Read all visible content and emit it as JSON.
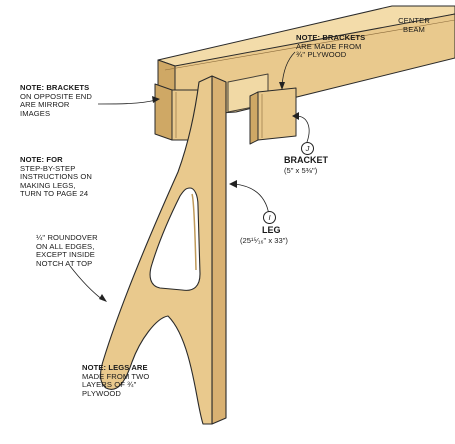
{
  "colors": {
    "wood_face": "#e9c98d",
    "wood_light": "#f3dcaa",
    "wood_dark": "#cfa865",
    "wood_edge": "#d9b172",
    "line": "#2a2a2a",
    "background": "#ffffff"
  },
  "beam": {
    "label": "CENTER BEAM"
  },
  "notes": {
    "brackets_plywood": {
      "head": "NOTE:",
      "lines": [
        "NOTE: BRACKETS",
        "ARE MADE FROM",
        "¾\" PLYWOOD"
      ]
    },
    "mirror_brackets": {
      "head": "NOTE:",
      "lines": [
        "NOTE: BRACKETS",
        "ON OPPOSITE END",
        "ARE MIRROR",
        "IMAGES"
      ]
    },
    "legs_instructions": {
      "head": "NOTE:",
      "lines": [
        "NOTE: FOR",
        "STEP-BY-STEP",
        "INSTRUCTIONS ON",
        "MAKING LEGS,",
        "TURN TO PAGE 24"
      ]
    },
    "roundover": {
      "lines": [
        "¼\" ROUNDOVER",
        "ON ALL EDGES,",
        "EXCEPT INSIDE",
        "NOTCH AT TOP"
      ]
    },
    "legs_layers": {
      "head": "NOTE:",
      "lines": [
        "NOTE: LEGS ARE",
        "MADE FROM TWO",
        "LAYERS OF ¾\"",
        "PLYWOOD"
      ]
    }
  },
  "parts": {
    "bracket": {
      "letter": "J",
      "name": "BRACKET",
      "size": "(5\" x 5⅜\")"
    },
    "leg": {
      "letter": "I",
      "name": "LEG",
      "size": "(25¹⁵⁄₁₆\" x 33\")"
    }
  }
}
